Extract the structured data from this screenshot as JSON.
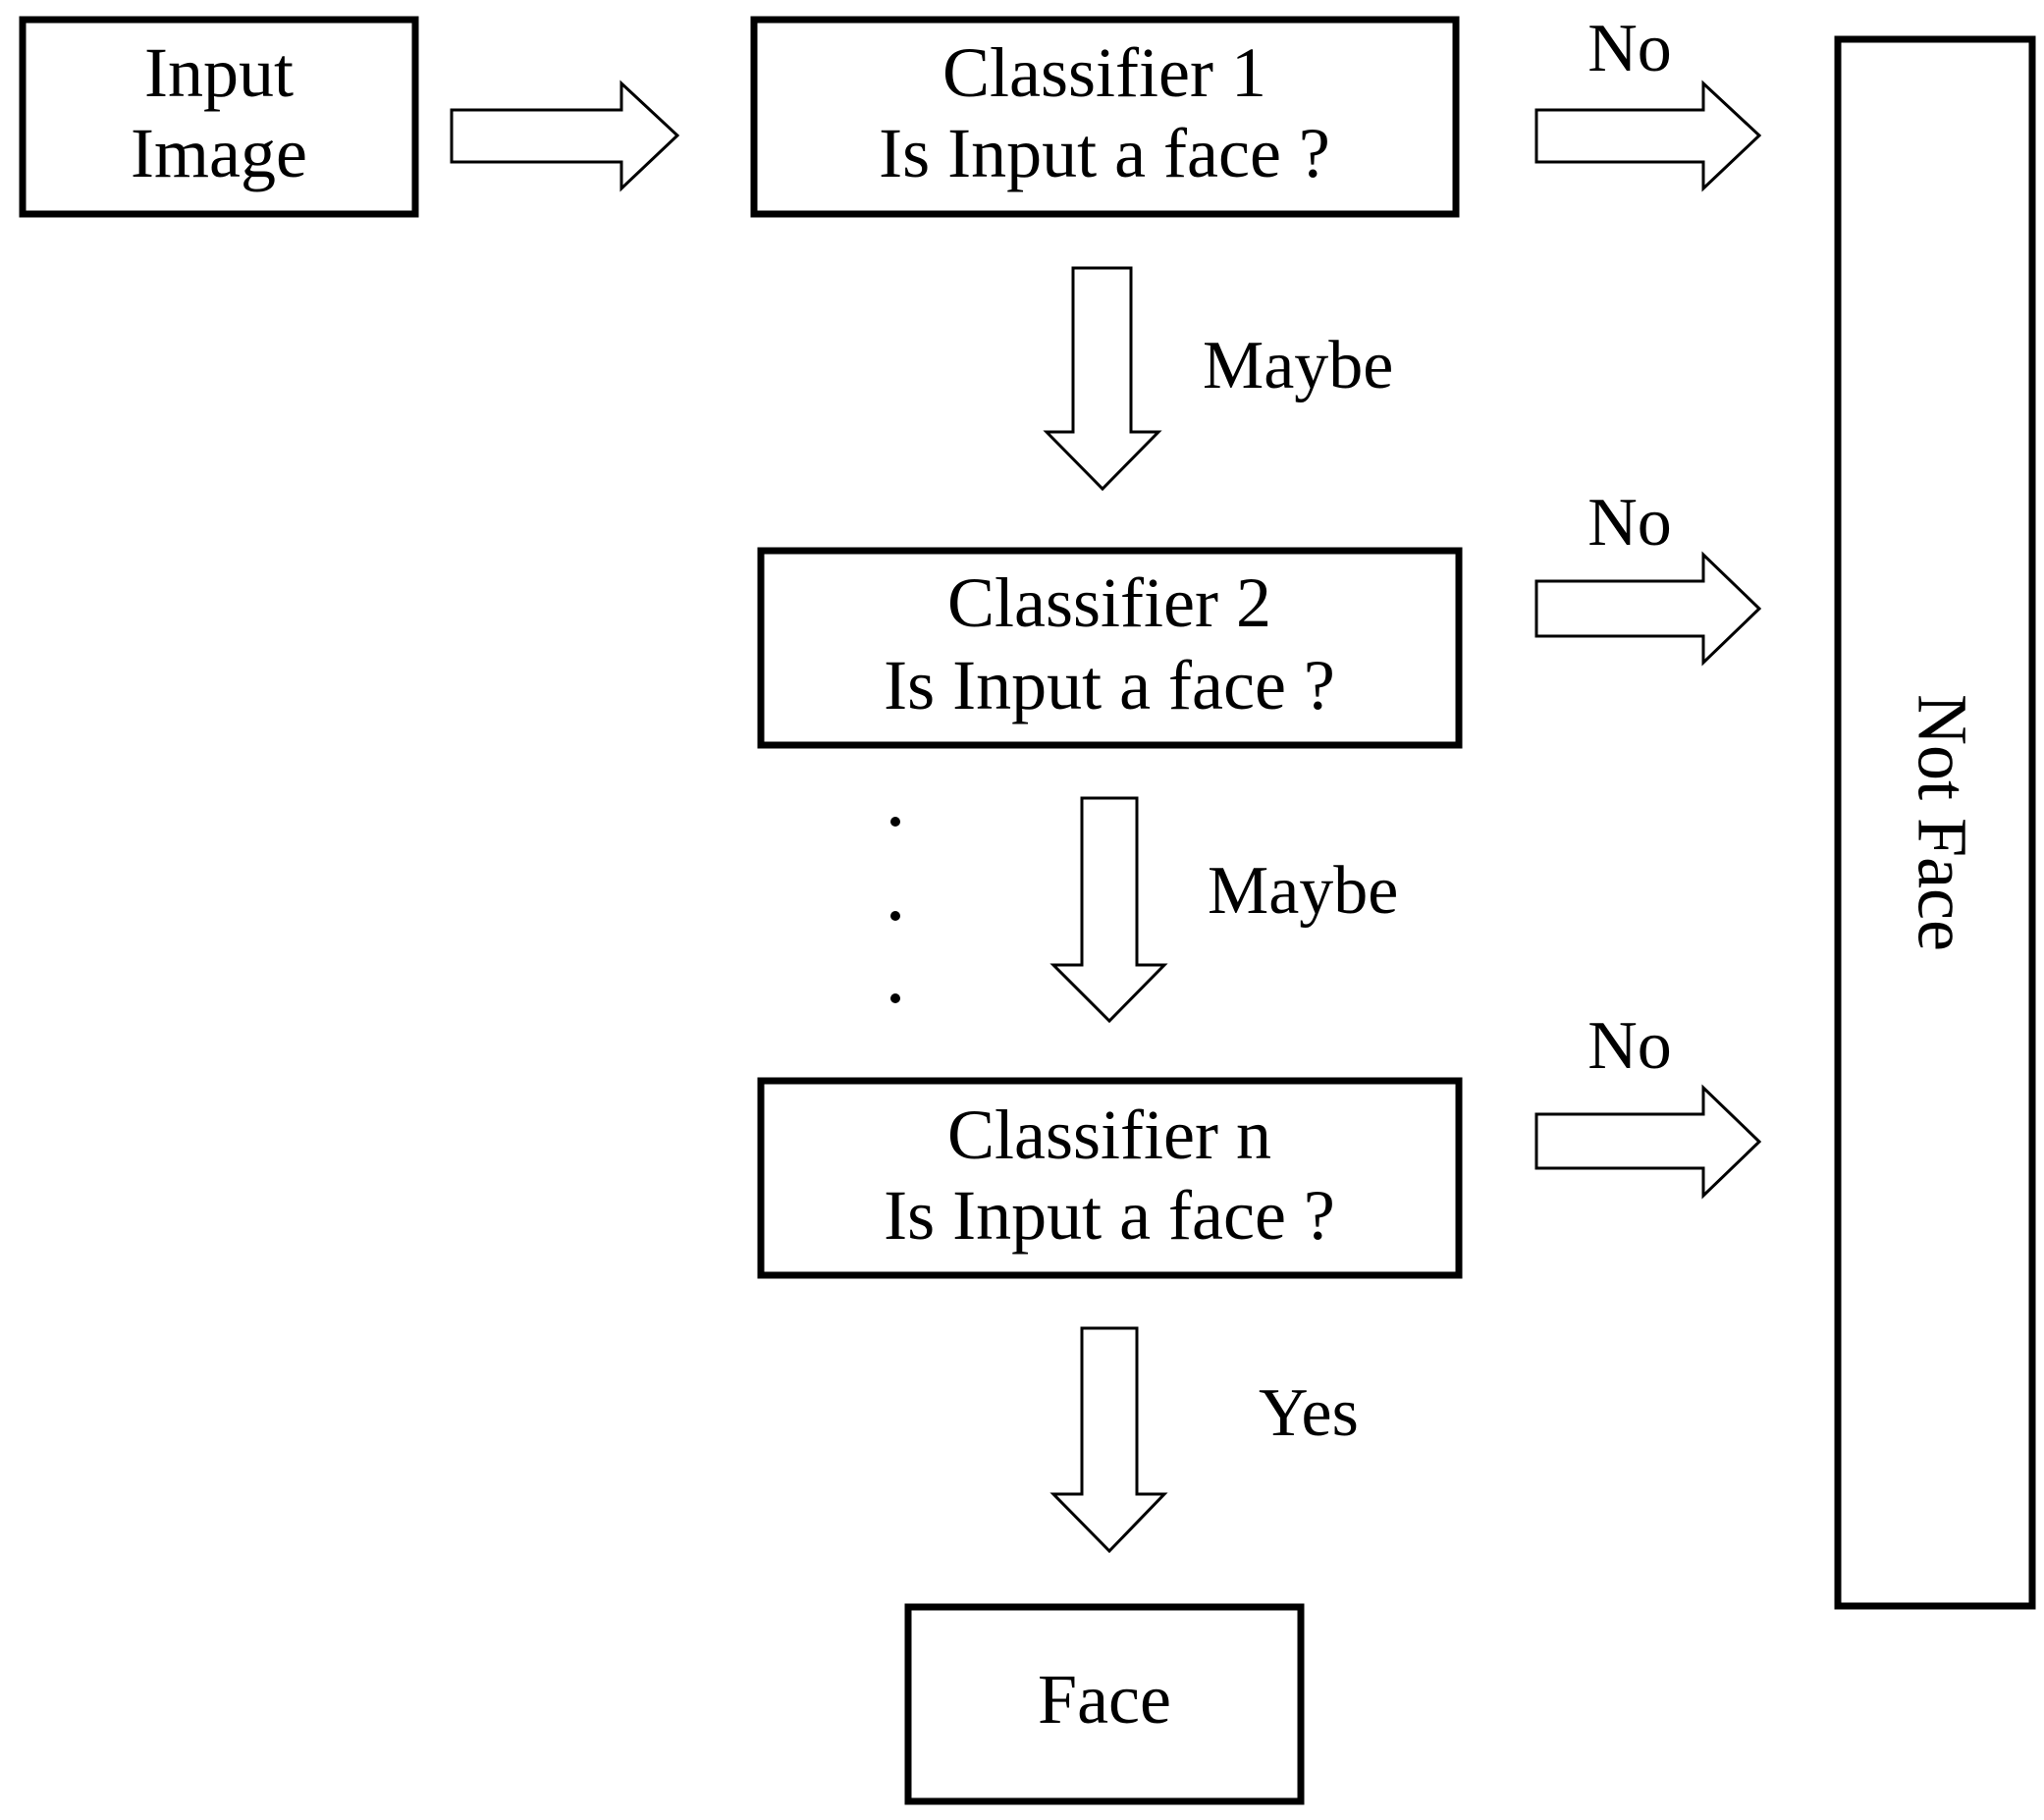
{
  "nodes": {
    "input_image": {
      "lines": [
        "Input",
        "Image"
      ]
    },
    "classifier_1": {
      "lines": [
        "Classifier 1",
        "Is Input a face ?"
      ]
    },
    "classifier_2": {
      "lines": [
        "Classifier 2",
        "Is Input a face ?"
      ]
    },
    "classifier_n": {
      "lines": [
        "Classifier n",
        "Is Input a face ?"
      ]
    },
    "face": {
      "label": "Face"
    },
    "not_face": {
      "label": "Not Face"
    }
  },
  "edges": {
    "no_1": "No",
    "no_2": "No",
    "no_n": "No",
    "maybe_1": "Maybe",
    "maybe_2": "Maybe",
    "yes": "Yes"
  },
  "ellipsis": "..."
}
